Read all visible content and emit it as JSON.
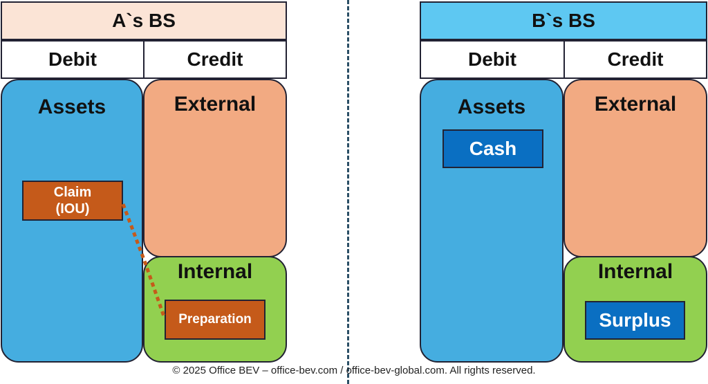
{
  "left": {
    "title": "A`s BS",
    "debit": "Debit",
    "credit": "Credit",
    "assets": "Assets",
    "external": "External",
    "internal": "Internal",
    "claim_line1": "Claim",
    "claim_line2": "(IOU)",
    "preparation": "Preparation"
  },
  "right": {
    "title": "B`s BS",
    "debit": "Debit",
    "credit": "Credit",
    "assets": "Assets",
    "external": "External",
    "internal": "Internal",
    "cash": "Cash",
    "surplus": "Surplus"
  },
  "colors": {
    "left_header": "#fbe4d6",
    "right_header": "#5ec8f2",
    "assets": "#45ade0",
    "external": "#f2aa82",
    "internal": "#92d050",
    "claim_box": "#c55a1a",
    "cash_box": "#0a6fc2",
    "connector": "#c55a1a"
  },
  "footer": "© 2025 Office BEV – office-bev.com / office-bev-global.com. All rights reserved."
}
